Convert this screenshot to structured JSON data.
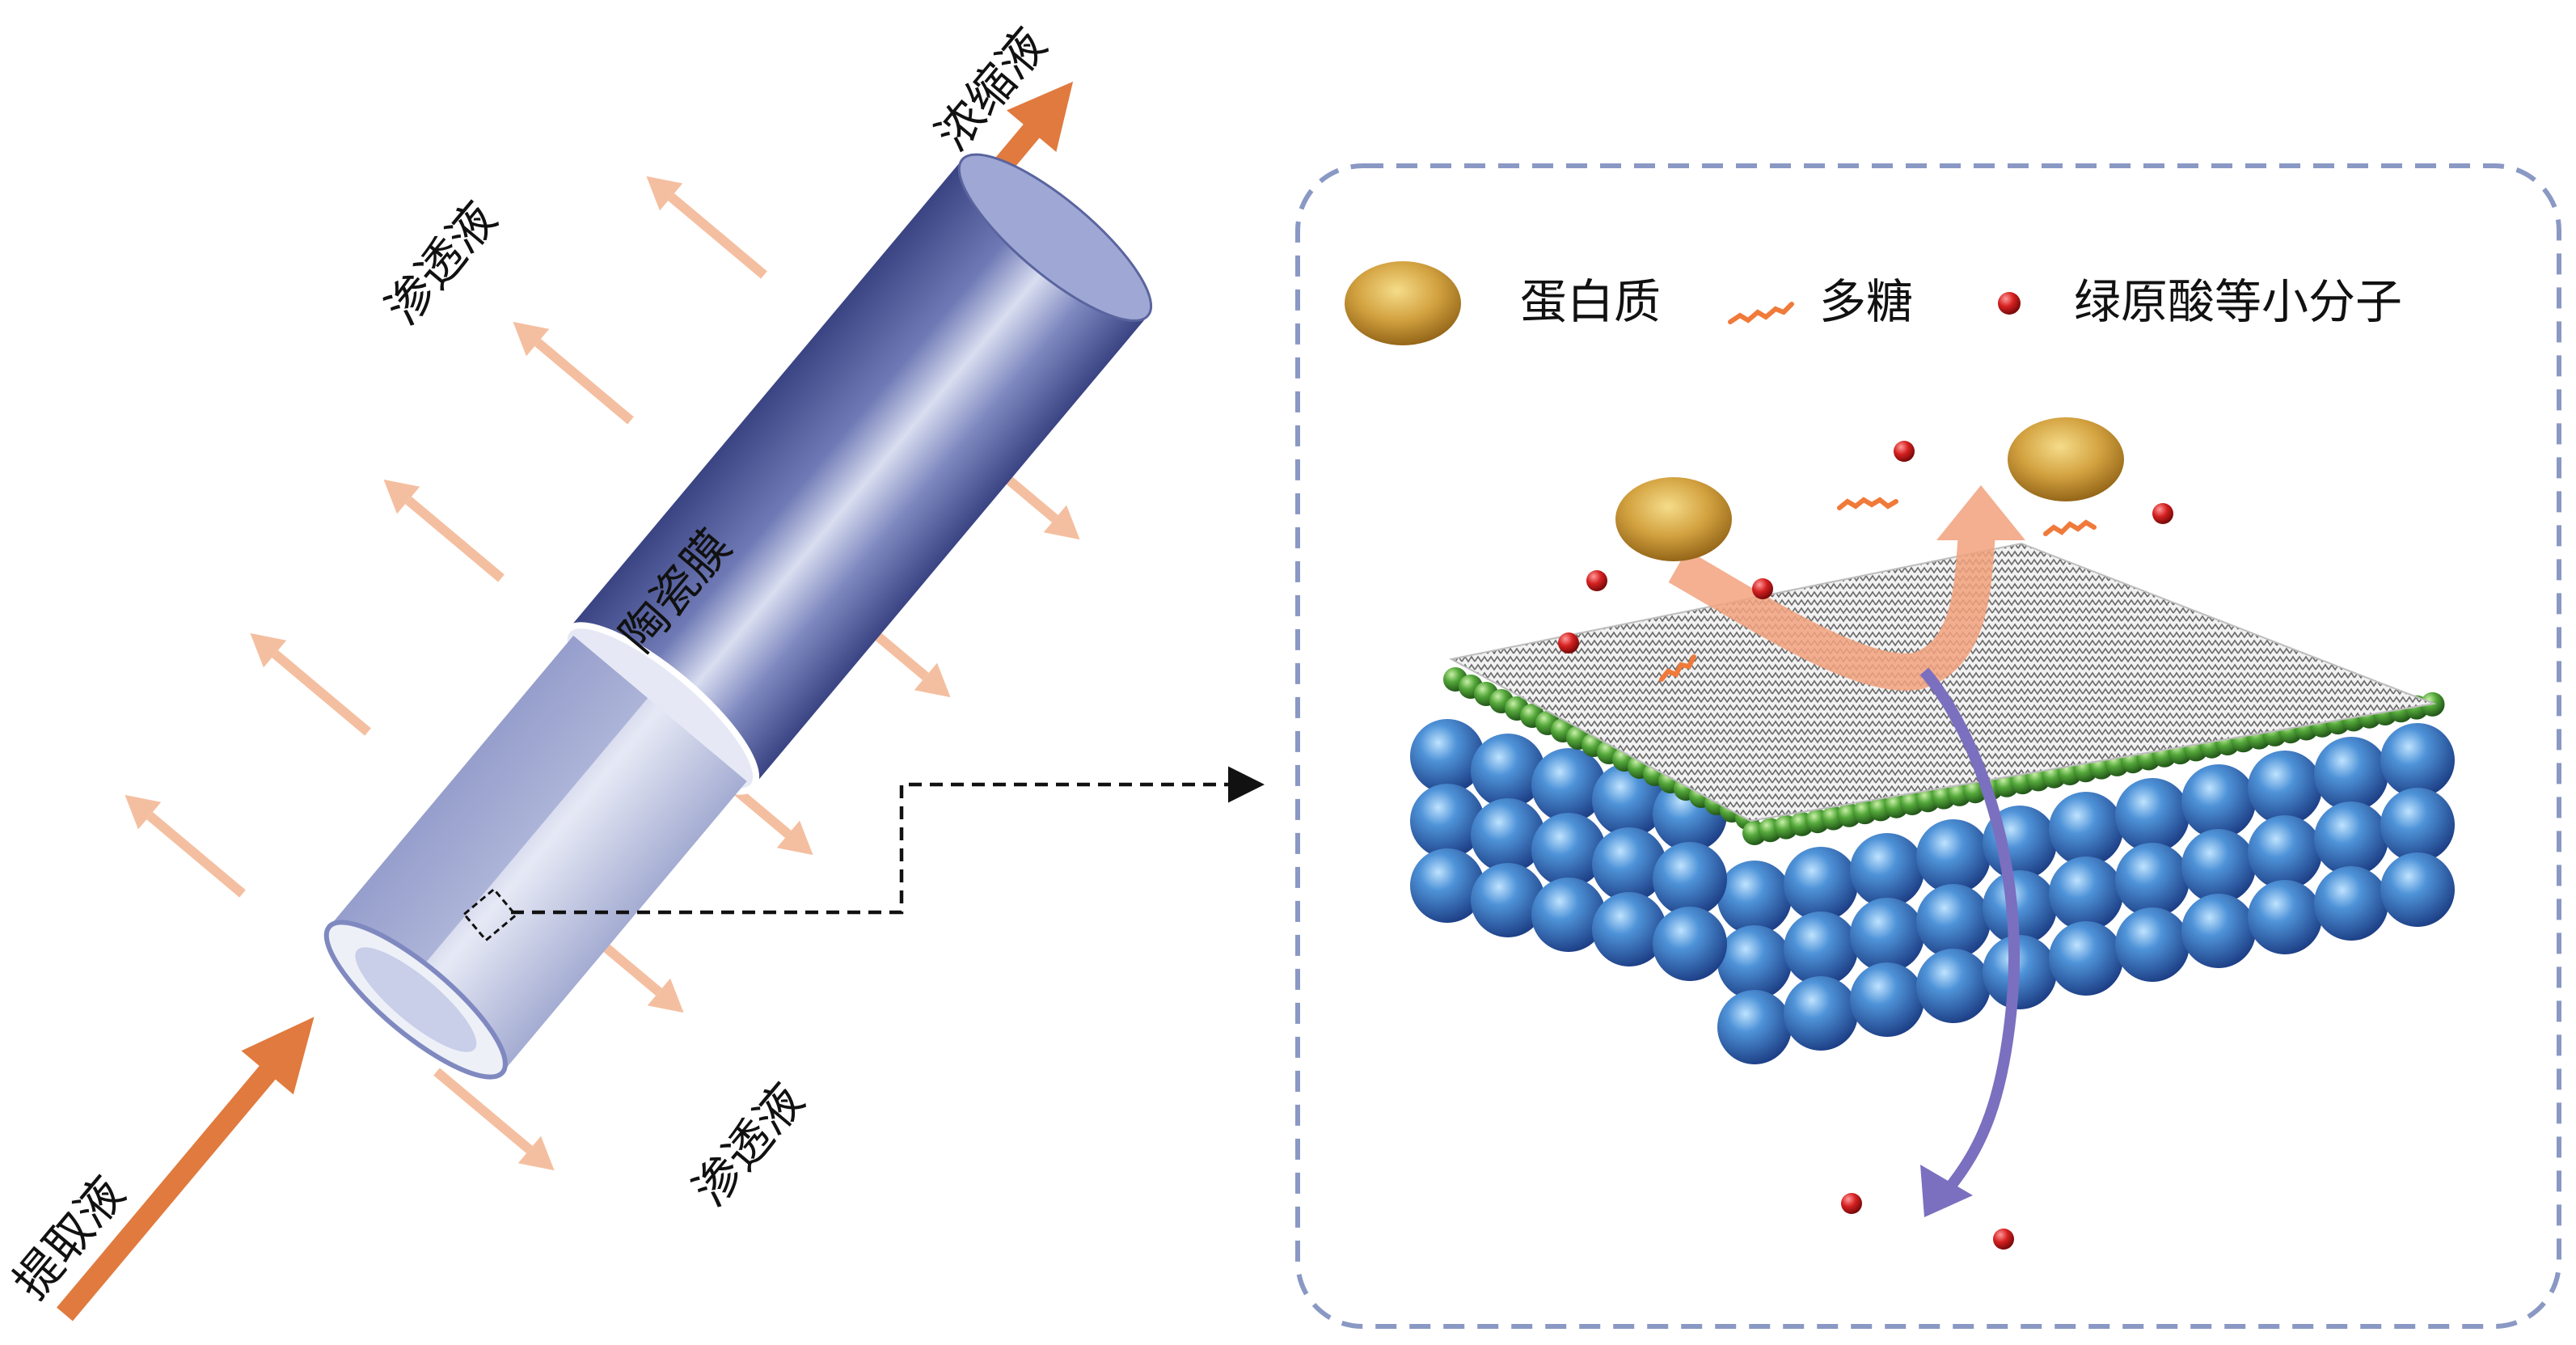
{
  "labels": {
    "concentrate": "浓缩液",
    "permeate_top": "渗透液",
    "permeate_bottom": "渗透液",
    "membrane": "陶瓷膜",
    "feed": "提取液"
  },
  "legend": {
    "protein": "蛋白质",
    "polysaccharide": "多糖",
    "small_molecule": "绿原酸等小分子"
  },
  "colors": {
    "tube_dark": "#4f5a99",
    "tube_light": "#c7cde6",
    "main_arrow": "#e07a3e",
    "permeate_arrow": "#f5c0a0",
    "protein": "#c89a3a",
    "polysaccharide": "#f07a3a",
    "small_molecule": "#d32222",
    "support_sphere": "#3b77c8",
    "interlayer_sphere": "#4fa83a",
    "top_layer": "#d9d9d9",
    "frame": "#8a98c4",
    "passing_arrow": "#7b6fbf"
  },
  "icons": [
    "protein-icon",
    "polysaccharide-icon",
    "small-molecule-icon"
  ]
}
